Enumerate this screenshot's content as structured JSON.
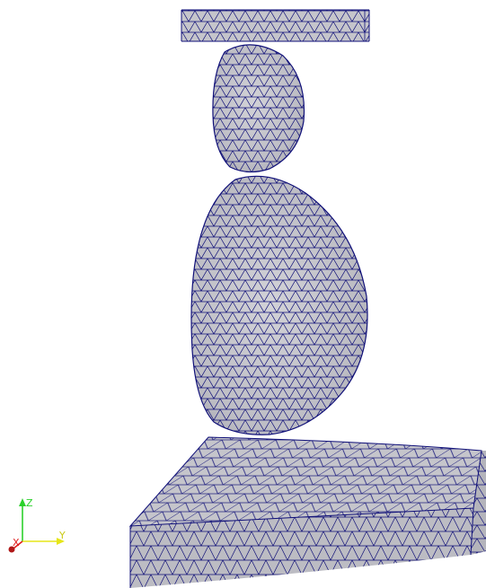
{
  "scene": {
    "background": "#ffffff",
    "surface_color": "#c5c5cb",
    "surface_shadow_color": "#9e9ea6",
    "wireframe_color": "#0f0f78",
    "objects": [
      "top-plate",
      "small-ellipsoid",
      "large-ellipsoid",
      "base-quarter-cylinder"
    ]
  },
  "orientation_axes": {
    "z": {
      "label": "Z",
      "color": "#2bd12b"
    },
    "y": {
      "label": "Y",
      "color": "#e6e619"
    },
    "x": {
      "label": "X",
      "color": "#e02020"
    }
  }
}
